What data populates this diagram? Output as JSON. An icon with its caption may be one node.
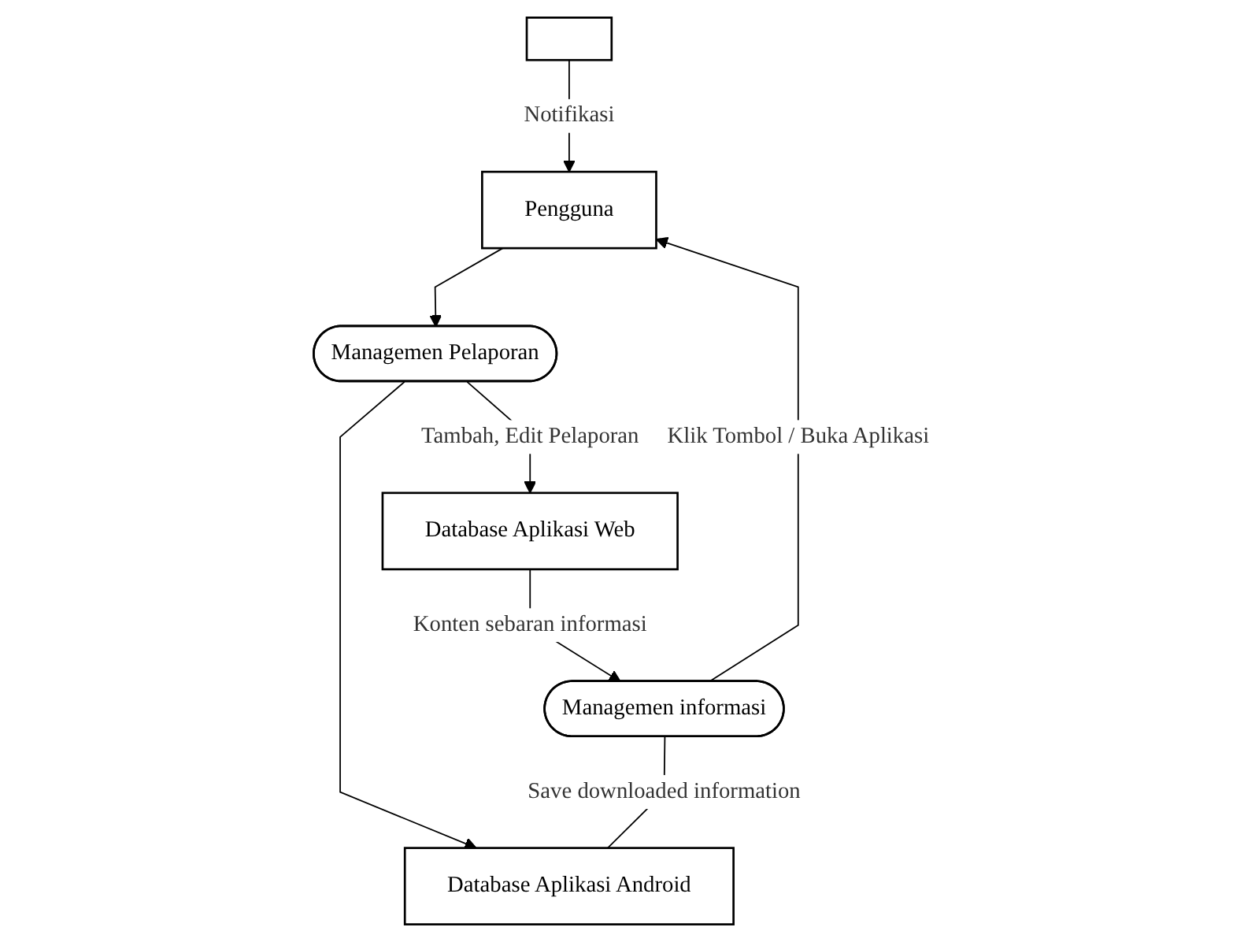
{
  "diagram": {
    "nodes": [
      {
        "text": [],
        "shape": "box"
      },
      {
        "text": [
          "Managemen Pelaporan"
        ]
      },
      {
        "text": [
          "Pengguna"
        ]
      },
      {
        "text": [
          "Database Aplikasi Web"
        ]
      },
      {
        "text": [
          "Database Aplikasi Android"
        ]
      },
      {
        "text": [
          "Managemen informasi"
        ]
      }
    ],
    "edges": [
      {
        "from": 0,
        "to": 2,
        "arrow": "to",
        "label": "Notifikasi"
      },
      {
        "from": 2,
        "to": 1,
        "arrow": "to"
      },
      {
        "from": 1,
        "to": 3,
        "arrow": "to",
        "label": "Tambah, Edit Pelaporan"
      },
      {
        "from": 1,
        "to": 4,
        "arrow": "to"
      },
      {
        "from": 3,
        "to": 5,
        "arrow": "to",
        "label": "Konten sebaran informasi"
      },
      {
        "from": 5,
        "to": 2,
        "arrow": "to",
        "label": "Klik Tombol / Buka Aplikasi"
      },
      {
        "from": 5,
        "to": 4,
        "arrow": "none",
        "label": "Save downloaded information"
      }
    ]
  }
}
